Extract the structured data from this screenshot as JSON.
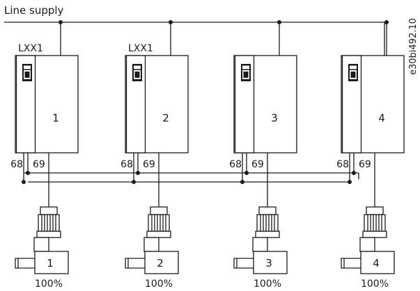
{
  "line_supply_label": "Line supply",
  "code_label": "e30bi492.10",
  "drives": [
    {
      "number": "1",
      "tag": "LXX1",
      "terminal_a": "68",
      "terminal_b": "69",
      "motor_number": "1",
      "load": "100%"
    },
    {
      "number": "2",
      "tag": "LXX1",
      "terminal_a": "68",
      "terminal_b": "69",
      "motor_number": "2",
      "load": "100%"
    },
    {
      "number": "3",
      "tag": "",
      "terminal_a": "68",
      "terminal_b": "69",
      "motor_number": "3",
      "load": "100%"
    },
    {
      "number": "4",
      "tag": "",
      "terminal_a": "68",
      "terminal_b": "69",
      "motor_number": "4",
      "load": "100%"
    }
  ],
  "colors": {
    "stroke": "#1a1a1a",
    "background": "#ffffff"
  }
}
